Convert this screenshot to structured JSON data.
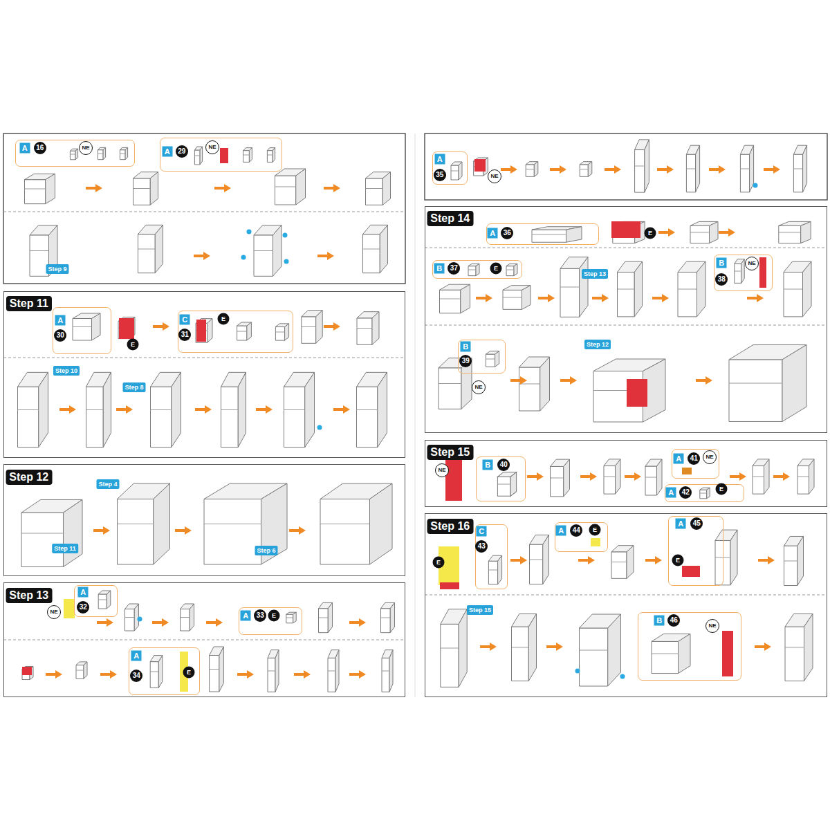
{
  "diagram": {
    "nodes": [
      {
        "text": [
          "A",
          "16"
        ]
      },
      {
        "text": [
          "A",
          "29"
        ]
      },
      {
        "text": [
          "Step 11"
        ]
      },
      {
        "text": [
          "A",
          "30"
        ],
        "in": 2
      },
      {
        "text": [
          "C",
          "31"
        ],
        "in": 2
      },
      {
        "text": [
          "Step 12"
        ]
      },
      {
        "text": [
          "Step 13"
        ]
      },
      {
        "text": [
          "A",
          "32"
        ],
        "in": 6
      },
      {
        "text": [
          "A",
          "33"
        ],
        "in": 6
      },
      {
        "text": [
          "A",
          "34"
        ],
        "in": 6
      },
      {
        "text": [
          "A",
          "35"
        ]
      },
      {
        "text": [
          "Step 14"
        ]
      },
      {
        "text": [
          "A",
          "36"
        ],
        "in": 11
      },
      {
        "text": [
          "B",
          "37"
        ],
        "in": 11
      },
      {
        "text": [
          "B",
          "38"
        ],
        "in": 11
      },
      {
        "text": [
          "B",
          "39"
        ],
        "in": 11
      },
      {
        "text": [
          "Step 15"
        ]
      },
      {
        "text": [
          "B",
          "40"
        ],
        "in": 16
      },
      {
        "text": [
          "A",
          "41"
        ],
        "in": 16
      },
      {
        "text": [
          "A",
          "42"
        ],
        "in": 16
      },
      {
        "text": [
          "Step 16"
        ]
      },
      {
        "text": [
          "C",
          "43"
        ],
        "in": 20
      },
      {
        "text": [
          "A",
          "44"
        ],
        "in": 20
      },
      {
        "text": [
          "A",
          "45"
        ],
        "in": 20
      },
      {
        "text": [
          "B",
          "46"
        ],
        "in": 20
      }
    ],
    "labels": [
      "NE",
      "NE",
      "Step 9",
      "E",
      "E",
      "Step 10",
      "Step 8",
      "Step 4",
      "Step 11",
      "Step 6",
      "NE",
      "E",
      "E",
      "NE",
      "E",
      "E",
      "Step 13",
      "NE",
      "NE",
      "Step 12",
      "NE",
      "NE",
      "E",
      "E",
      "E",
      "E",
      "Step 15",
      "NE"
    ]
  }
}
